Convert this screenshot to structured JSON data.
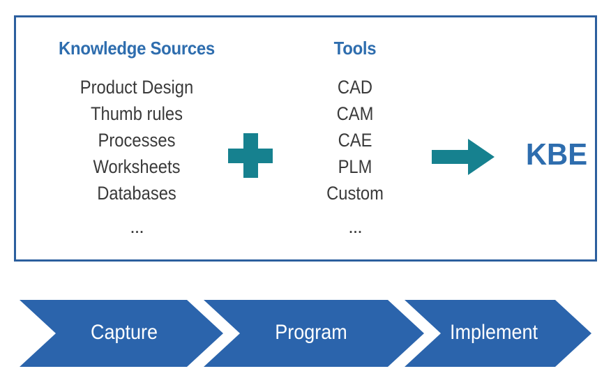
{
  "diagram": {
    "title_hidden": "",
    "colors": {
      "panel_border": "#2C5F9E",
      "heading_blue": "#2E6DAE",
      "list_text": "#3A3A3A",
      "teal": "#16818F",
      "chevron_blue": "#2B64AC",
      "chevron_label": "#FFFFFF",
      "background": "#FFFFFF"
    }
  },
  "panel": {
    "columns": [
      {
        "heading": "Knowledge Sources",
        "items": [
          "Product Design",
          "Thumb rules",
          "Processes",
          "Worksheets",
          "Databases"
        ],
        "ellipsis": "..."
      },
      {
        "heading": "Tools",
        "items": [
          "CAD",
          "CAM",
          "CAE",
          "PLM",
          "Custom"
        ],
        "ellipsis": "..."
      }
    ],
    "operator": {
      "symbol": "+",
      "icon_name": "plus-icon"
    },
    "arrow": {
      "icon_name": "arrow-right-icon",
      "direction": "right"
    },
    "result": {
      "label": "KBE"
    }
  },
  "process": {
    "steps": [
      {
        "label": "Capture"
      },
      {
        "label": "Program"
      },
      {
        "label": "Implement"
      }
    ]
  }
}
